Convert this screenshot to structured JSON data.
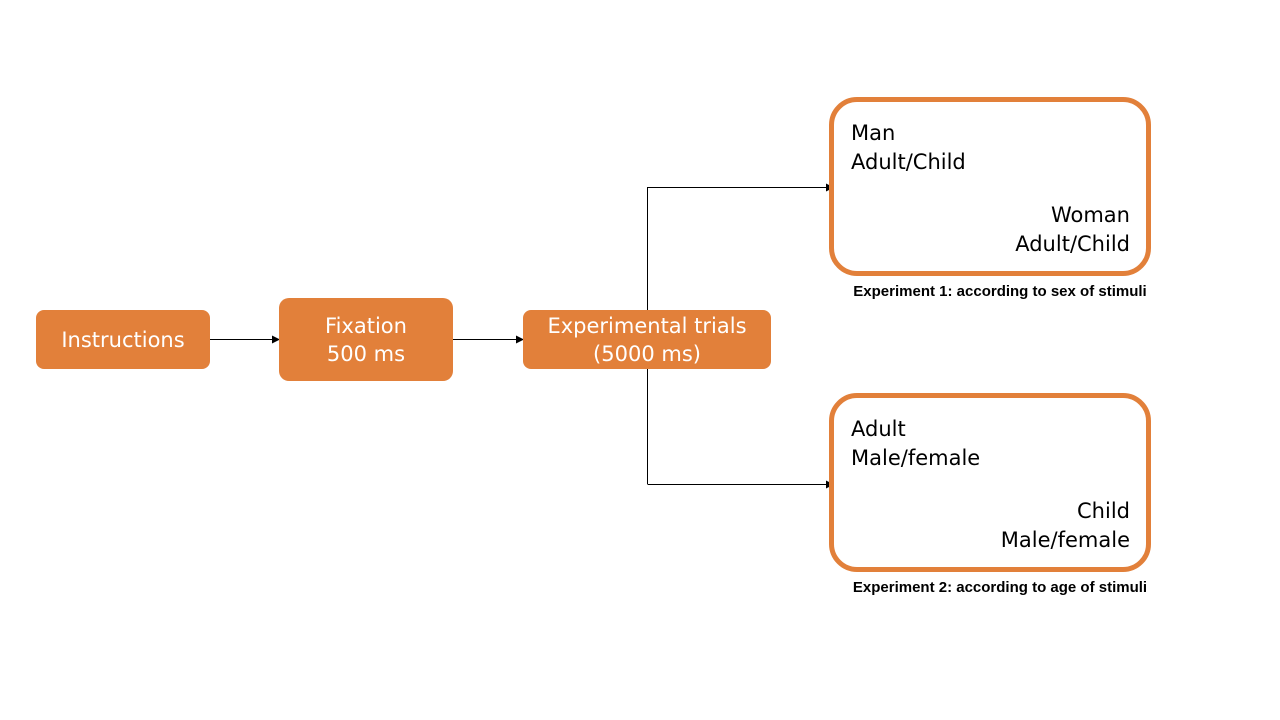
{
  "colors": {
    "accent": "#E2803A",
    "text_on_accent": "#FFFFFF",
    "connector": "#000000"
  },
  "steps": {
    "instructions": {
      "line1": "Instructions"
    },
    "fixation": {
      "line1": "Fixation",
      "line2": "500 ms"
    },
    "trials": {
      "line1": "Experimental trials",
      "line2": "(5000 ms)"
    }
  },
  "experiments": {
    "exp1": {
      "top_left": {
        "line1": "Man",
        "line2": "Adult/Child"
      },
      "bottom_right": {
        "line1": "Woman",
        "line2": "Adult/Child"
      },
      "caption": "Experiment 1: according to sex of stimuli"
    },
    "exp2": {
      "top_left": {
        "line1": "Adult",
        "line2": "Male/female"
      },
      "bottom_right": {
        "line1": "Child",
        "line2": "Male/female"
      },
      "caption": "Experiment 2: according to age of stimuli"
    }
  }
}
